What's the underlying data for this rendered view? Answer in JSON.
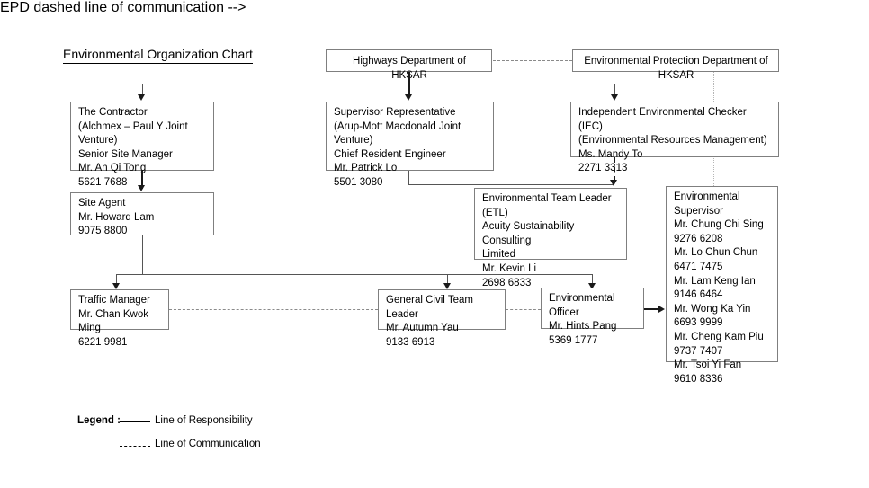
{
  "chart_data": {
    "type": "diagram",
    "title": "Environmental Organization Chart",
    "nodes": [
      {
        "id": "hd",
        "text": "Highways Department of HKSAR"
      },
      {
        "id": "epd",
        "text": "Environmental Protection Department of HKSAR"
      },
      {
        "id": "contractor",
        "text": "The Contractor\n(Alchmex – Paul Y Joint Venture)\nSenior Site Manager\nMr. An Qi Tong\n5621 7688"
      },
      {
        "id": "supervisor",
        "text": "Supervisor Representative\n(Arup-Mott Macdonald Joint Venture)\nChief Resident Engineer\nMr. Patrick Lo\n5501 3080"
      },
      {
        "id": "iec",
        "text": "Independent Environmental Checker (IEC)\n(Environmental Resources Management)\nMs. Mandy To\n2271 3313"
      },
      {
        "id": "site_agent",
        "text": "Site Agent\nMr. Howard Lam\n9075 8800"
      },
      {
        "id": "etl",
        "text": "Environmental Team Leader (ETL)\nAcuity Sustainability Consulting\nLimited\nMr. Kevin Li\n2698 6833"
      },
      {
        "id": "env_sup",
        "text": "Environmental\nSupervisor\nMr. Chung Chi Sing\n9276 6208\nMr. Lo Chun Chun\n6471 7475\nMr. Lam Keng Ian\n9146 6464\nMr. Wong Ka Yin\n6693 9999\nMr. Cheng Kam Piu\n9737 7407\nMr. Tsoi Yi Fan\n9610 8336"
      },
      {
        "id": "traffic",
        "text": "Traffic Manager\nMr. Chan Kwok Ming\n6221 9981"
      },
      {
        "id": "civil",
        "text": "General Civil Team Leader\nMr. Autumn Yau\n9133 6913"
      },
      {
        "id": "env_officer",
        "text": "Environmental Officer\nMr. Hints Pang\n5369 1777"
      }
    ],
    "edges": [
      {
        "from": "hd",
        "to": "contractor",
        "style": "solid"
      },
      {
        "from": "hd",
        "to": "supervisor",
        "style": "solid"
      },
      {
        "from": "hd",
        "to": "iec",
        "style": "solid"
      },
      {
        "from": "hd",
        "to": "epd",
        "style": "dashed"
      },
      {
        "from": "epd",
        "to": "env_sup",
        "style": "dotted"
      },
      {
        "from": "contractor",
        "to": "site_agent",
        "style": "solid"
      },
      {
        "from": "supervisor",
        "to": "etl",
        "style": "solid"
      },
      {
        "from": "iec",
        "to": "etl",
        "style": "dashed"
      },
      {
        "from": "site_agent",
        "to": "traffic",
        "style": "solid"
      },
      {
        "from": "site_agent",
        "to": "civil",
        "style": "solid"
      },
      {
        "from": "site_agent",
        "to": "env_officer",
        "style": "solid"
      },
      {
        "from": "etl",
        "to": "env_officer",
        "style": "solid"
      },
      {
        "from": "traffic",
        "to": "civil",
        "style": "dashed"
      },
      {
        "from": "civil",
        "to": "env_officer",
        "style": "dashed"
      },
      {
        "from": "env_officer",
        "to": "env_sup",
        "style": "solid"
      }
    ],
    "legend": [
      {
        "style": "solid",
        "label": "Line of Responsibility"
      },
      {
        "style": "dashed",
        "label": "Line of Communication"
      }
    ]
  },
  "chart": {
    "title": "Environmental Organization Chart",
    "boxes": {
      "highways_department": "Highways Department of HKSAR",
      "epd": "Environmental Protection Department of HKSAR",
      "contractor": "The Contractor\n(Alchmex – Paul Y Joint Venture)\nSenior Site Manager\nMr. An Qi Tong\n5621 7688",
      "supervisor_representative": "Supervisor Representative\n(Arup-Mott Macdonald Joint Venture)\nChief Resident Engineer\nMr. Patrick Lo\n5501 3080",
      "iec": "Independent Environmental Checker (IEC)\n(Environmental Resources Management)\nMs. Mandy To\n2271 3313",
      "site_agent": "Site Agent\nMr. Howard Lam\n9075 8800",
      "etl": "Environmental Team Leader (ETL)\nAcuity Sustainability Consulting\nLimited\nMr. Kevin Li\n2698 6833",
      "environmental_supervisor": "Environmental\nSupervisor\nMr. Chung Chi Sing\n9276 6208\nMr. Lo Chun Chun\n6471 7475\nMr. Lam Keng Ian\n9146 6464\nMr. Wong Ka Yin\n6693 9999\nMr. Cheng Kam Piu\n9737 7407\nMr. Tsoi Yi Fan\n9610 8336",
      "traffic_manager": "Traffic Manager\nMr. Chan Kwok Ming\n6221 9981",
      "general_civil_team_leader": "General Civil Team Leader\nMr. Autumn Yau\n9133 6913",
      "environmental_officer": "Environmental Officer\nMr. Hints Pang\n5369 1777"
    },
    "legend": {
      "heading": "Legend :",
      "responsibility": "Line of Responsibility",
      "communication": "Line of Communication"
    },
    "colors": {
      "box_border": "#7f7f7f",
      "connector": "#555555",
      "arrow": "#1a1a1a",
      "text": "#000000",
      "background": "#ffffff"
    }
  }
}
